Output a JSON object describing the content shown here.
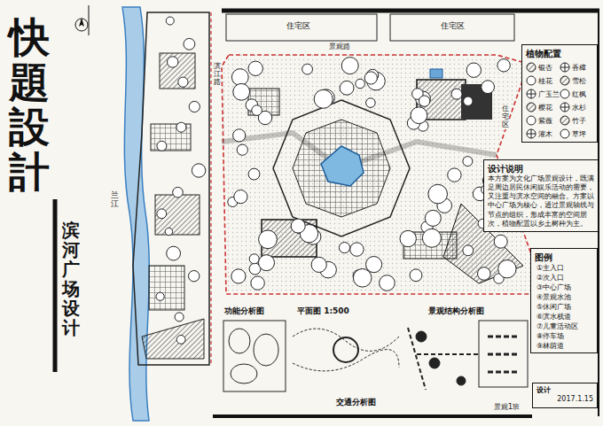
{
  "diagram": {
    "title": "快題設計",
    "nodes": [
      {
        "text": [
          "植物配置"
        ]
      },
      {
        "text": [
          "设计说明",
          "本方案为文化广场景观设计，既满足周边居民休闲娱乐活动的需要，又注重与滨水空间的融合。方案以中心广场为核心，通过景观轴线与节点的组织，形成丰富的空间层次，植物配置以乡土树种为主。"
        ]
      },
      {
        "text": [
          "图例"
        ]
      },
      {
        "text": [
          "设计",
          "2017.1.15"
        ]
      }
    ],
    "labels": [
      "住宅区",
      "住宅区",
      "景观路",
      "住宅区",
      "兰江",
      "滨江路",
      "滨河广场设计",
      "功能分析图",
      "平面图 1:500",
      "景观结构分析图",
      "交通分析图",
      "①主入口",
      "②次入口",
      "③中心广场",
      "④景观水池",
      "⑤休闲广场",
      "⑥滨水栈道",
      "⑦儿童活动区",
      "⑧停车场",
      "⑨林荫道",
      "景观1班"
    ],
    "legend": [
      {
        "text": "银杏"
      },
      {
        "text": "香樟"
      },
      {
        "text": "桂花"
      },
      {
        "text": "雪松"
      },
      {
        "text": "广玉兰"
      },
      {
        "text": "红枫"
      },
      {
        "text": "樱花"
      },
      {
        "text": "水杉"
      },
      {
        "text": "紫薇"
      },
      {
        "text": "竹子"
      },
      {
        "text": "灌木"
      },
      {
        "text": "草坪"
      }
    ]
  }
}
